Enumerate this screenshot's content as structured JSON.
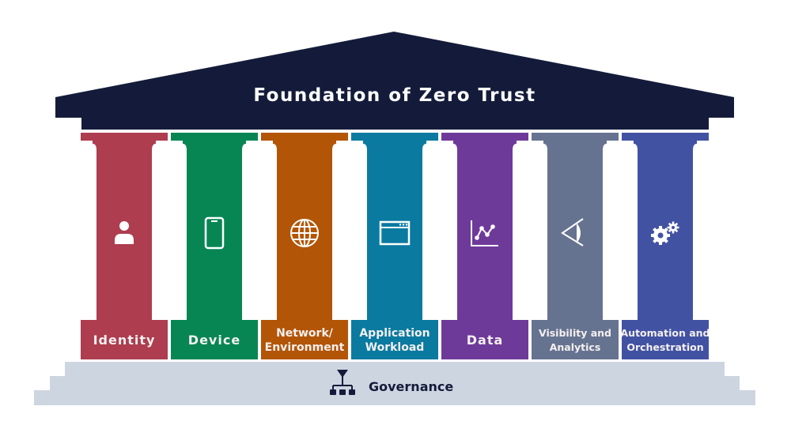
{
  "title": "Foundation of Zero Trust",
  "colors": {
    "roof": "#141b3a",
    "steps": "#cdd5e1"
  },
  "pillars": [
    {
      "lines": [
        "Identity"
      ],
      "icon": "user-icon",
      "color": "#ad3d4f"
    },
    {
      "lines": [
        "Device"
      ],
      "icon": "mobile-device-icon",
      "color": "#078654"
    },
    {
      "lines": [
        "Network/",
        "Environment"
      ],
      "icon": "globe-icon",
      "color": "#b35506"
    },
    {
      "lines": [
        "Application",
        "Workload"
      ],
      "icon": "browser-window-icon",
      "color": "#0a7aa0"
    },
    {
      "lines": [
        "Data"
      ],
      "icon": "line-chart-icon",
      "color": "#6e3a9a"
    },
    {
      "lines": [
        "Visibility and",
        "Analytics"
      ],
      "icon": "eye-icon",
      "color": "#667390"
    },
    {
      "lines": [
        "Automation and",
        "Orchestration"
      ],
      "icon": "gears-icon",
      "color": "#4252a3"
    }
  ],
  "governance": {
    "label": "Governance",
    "icon": "hierarchy-icon"
  }
}
